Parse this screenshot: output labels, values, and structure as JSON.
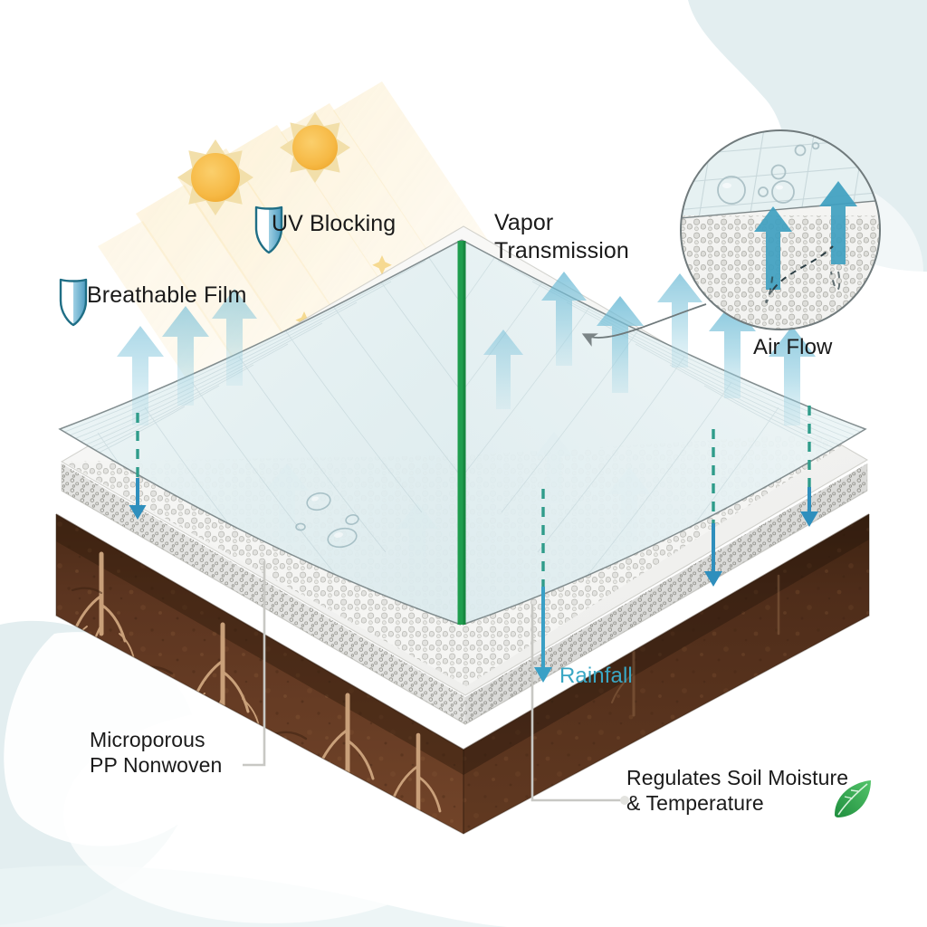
{
  "diagram": {
    "title": "Breathable Agricultural Mulch Film Layer Cross-Section",
    "type": "isometric-layer-cutaway"
  },
  "labels": {
    "uv_blocking": "UV Blocking",
    "breathable_film": "Breathable Film",
    "vapor_transmission_line1": "Vapor",
    "vapor_transmission_line2": "Transmission",
    "air_flow": "Air Flow",
    "rainfall": "Rainfall",
    "microporous_line1": "Microporous",
    "microporous_line2": "PP Nonwoven",
    "regulates_line1": "Regulates Soil Moisture",
    "regulates_line2": "& Temperature"
  },
  "icons": {
    "shield_uv": "shield-icon",
    "shield_breathable": "shield-icon",
    "leaf": "leaf-icon",
    "sun_left": "sun-icon",
    "sun_right": "sun-icon",
    "magnifier": "magnifier-detail-circle"
  },
  "layers": [
    {
      "name": "Breathable Film",
      "id": "top-film",
      "description": "translucent gridded breathable film sheet with water droplets"
    },
    {
      "name": "Microporous PP Nonwoven",
      "id": "nonwoven",
      "description": "white porous nonwoven fabric slab"
    },
    {
      "name": "Soil",
      "id": "soil",
      "description": "dark brown soil block with plant roots"
    }
  ],
  "flows": {
    "vapor_up": {
      "label": "Vapor Transmission",
      "direction": "up",
      "count": 14
    },
    "rain_down": {
      "label": "Rainfall",
      "direction": "down",
      "count": 4
    },
    "sun_rays": {
      "label": "UV Blocking",
      "direction": "down-right",
      "count": 6
    }
  },
  "colors": {
    "background": "#ffffff",
    "blob_blue": "#e3eef0",
    "sun": "#f6b945",
    "sun_ray": "#f2e2b4",
    "arrow_blue": "#7dc2d8",
    "arrow_blue_dark": "#3f9fc0",
    "rain_teal": "#3aa7c4",
    "dash_teal": "#2f9c8a",
    "divider_green": "#1f9d4e",
    "soil_dark": "#4b2a17",
    "soil_mid": "#6b4024",
    "root_tan": "#cfa67f",
    "film_tint": "#dfeef0",
    "nonwoven": "#f4f4f2",
    "text": "#1a1a1a",
    "leader_grey": "#9aa0a2",
    "leaf_green": "#2fa84f"
  }
}
